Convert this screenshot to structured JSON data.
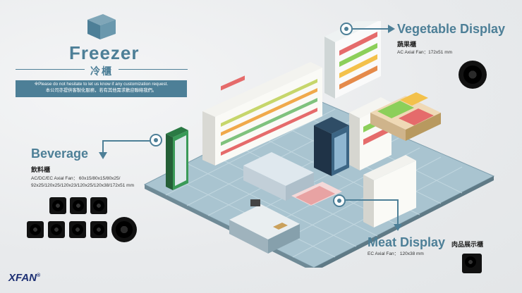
{
  "freezer": {
    "title": "Freezer",
    "title_zh": "冷櫃",
    "notice_en": "※Please do not hesitate to let us know if any customization request.",
    "notice_zh": "本公司亦提供客製化服務，若有其他需求歡迎聯絡我們。"
  },
  "vegetable": {
    "title": "Vegetable Display",
    "title_zh": "蔬果櫃",
    "spec": "AC Axial Fan：172x51 mm"
  },
  "beverage": {
    "title": "Beverage",
    "title_zh": "飲料櫃",
    "spec_line1": "AC/DC/EC Axial Fan： 60x15/80x15/80x25/",
    "spec_line2": "92x25/120x25/120x23/120x25/120x38/172x51 mm"
  },
  "meat": {
    "title": "Meat Display",
    "title_zh": "肉品展示櫃",
    "spec": "EC Axial Fan： 120x38 mm"
  },
  "logo": {
    "text": "XFAN",
    "mark": "®"
  },
  "colors": {
    "accent": "#4d7f97",
    "logo": "#1c2f73",
    "floor": "#a7c3cf"
  }
}
